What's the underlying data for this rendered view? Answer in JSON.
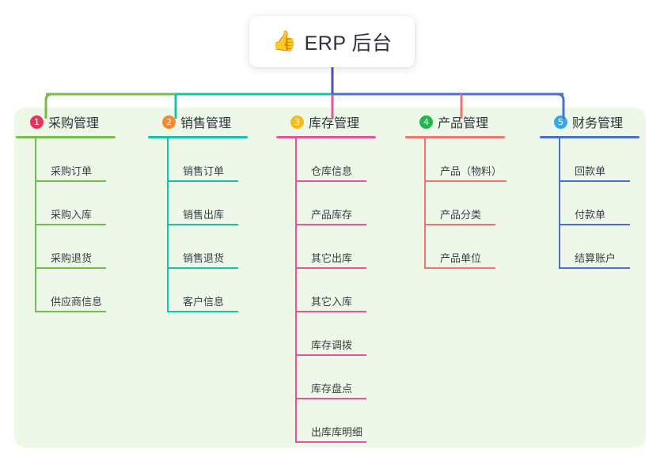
{
  "root": {
    "icon": "thumbs-up-icon",
    "emoji": "👍",
    "title": "ERP 后台"
  },
  "palette": {
    "panel_bg": "#eef8e9",
    "card_bg": "#ffffff",
    "text": "#2f3038",
    "root_stem": "#4a52c4",
    "col1_line": "#74bd4a",
    "col2_line": "#1cbfa8",
    "col3_line": "#e8559b",
    "col4_line": "#f2736f",
    "col5_line": "#4a6fd4",
    "badge1": "#e8345a",
    "badge2": "#f58a30",
    "badge3": "#f5bb22",
    "badge4": "#23b550",
    "badge5": "#37a8e8"
  },
  "columns": [
    {
      "index": "1",
      "badge_number": "1",
      "badge_color": "#e8345a",
      "line_color": "#74bd4a",
      "title": "采购管理",
      "items": [
        "采购订单",
        "采购入库",
        "采购退货",
        "供应商信息"
      ]
    },
    {
      "index": "2",
      "badge_number": "2",
      "badge_color": "#f58a30",
      "line_color": "#1cbfa8",
      "title": "销售管理",
      "items": [
        "销售订单",
        "销售出库",
        "销售退货",
        "客户信息"
      ]
    },
    {
      "index": "3",
      "badge_number": "3",
      "badge_color": "#f5bb22",
      "line_color": "#e8559b",
      "title": "库存管理",
      "items": [
        "仓库信息",
        "产品库存",
        "其它出库",
        "其它入库",
        "库存调拨",
        "库存盘点",
        "出库库明细"
      ]
    },
    {
      "index": "4",
      "badge_number": "4",
      "badge_color": "#23b550",
      "line_color": "#f2736f",
      "title": "产品管理",
      "items": [
        "产品（物料）",
        "产品分类",
        "产品单位"
      ]
    },
    {
      "index": "5",
      "badge_number": "5",
      "badge_color": "#37a8e8",
      "line_color": "#4a6fd4",
      "title": "财务管理",
      "items": [
        "回款单",
        "付款单",
        "结算账户"
      ]
    }
  ]
}
